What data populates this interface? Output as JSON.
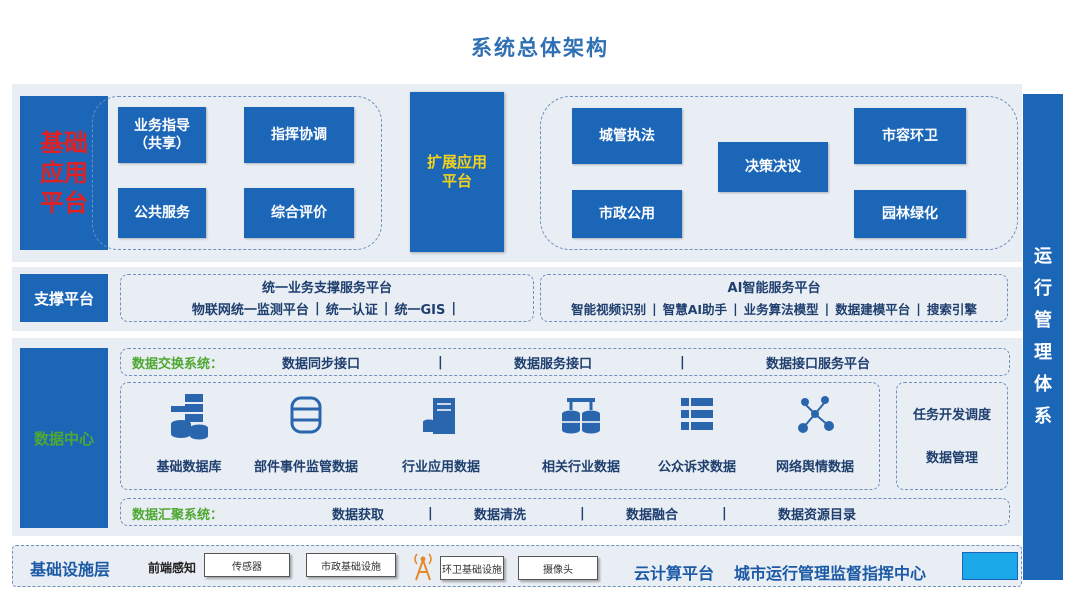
{
  "title": "系统总体架构",
  "basic_platform": {
    "label": "基础\n应用\n平台",
    "items": [
      "业务指导\n（共享）",
      "指挥协调",
      "公共服务",
      "综合评价"
    ]
  },
  "extended_platform": {
    "label": "扩展应用\n平台",
    "items": [
      "城管执法",
      "市政公用",
      "决策决议",
      "市容环卫",
      "园林绿化"
    ]
  },
  "ops_system": {
    "label": "运\n行\n管\n理\n体\n系"
  },
  "support": {
    "label": "支撑平台",
    "unified": {
      "title": "统一业务支撑服务平台",
      "items": [
        "物联网统一监测平台",
        "统一认证",
        "统一GIS"
      ]
    },
    "ai": {
      "title": "AI智能服务平台",
      "items": [
        "智能视频识别",
        "智慧AI助手",
        "业务算法模型",
        "数据建模平台",
        "搜索引擎"
      ]
    }
  },
  "data_center": {
    "label": "数据中心",
    "exchange": {
      "label": "数据交换系统：",
      "items": [
        "数据同步接口",
        "数据服务接口",
        "数据接口服务平台"
      ]
    },
    "databases": [
      {
        "icon": "database-server-icon",
        "label": "基础数据库"
      },
      {
        "icon": "database-icon",
        "label": "部件事件监管数据"
      },
      {
        "icon": "server-rack-icon",
        "label": "行业应用数据"
      },
      {
        "icon": "linked-database-icon",
        "label": "相关行业数据"
      },
      {
        "icon": "server-list-icon",
        "label": "公众诉求数据"
      },
      {
        "icon": "network-nodes-icon",
        "label": "网络舆情数据"
      }
    ],
    "side": [
      "任务开发调度",
      "数据管理"
    ],
    "aggregation": {
      "label": "数据汇聚系统：",
      "items": [
        "数据获取",
        "数据清洗",
        "数据融合",
        "数据资源目录"
      ]
    }
  },
  "infrastructure": {
    "label": "基础设施层",
    "sensing_label": "前端感知",
    "devices": [
      "传感器",
      "市政基础设施",
      "环卫基础设施",
      "摄像头"
    ],
    "cloud": "云计算平台",
    "center": "城市运行管理监督指挥中心",
    "colors": {
      "primary": "#1c66b8",
      "accent_red": "#e02020",
      "accent_green": "#4fa832",
      "band": "#e9eef5"
    }
  }
}
